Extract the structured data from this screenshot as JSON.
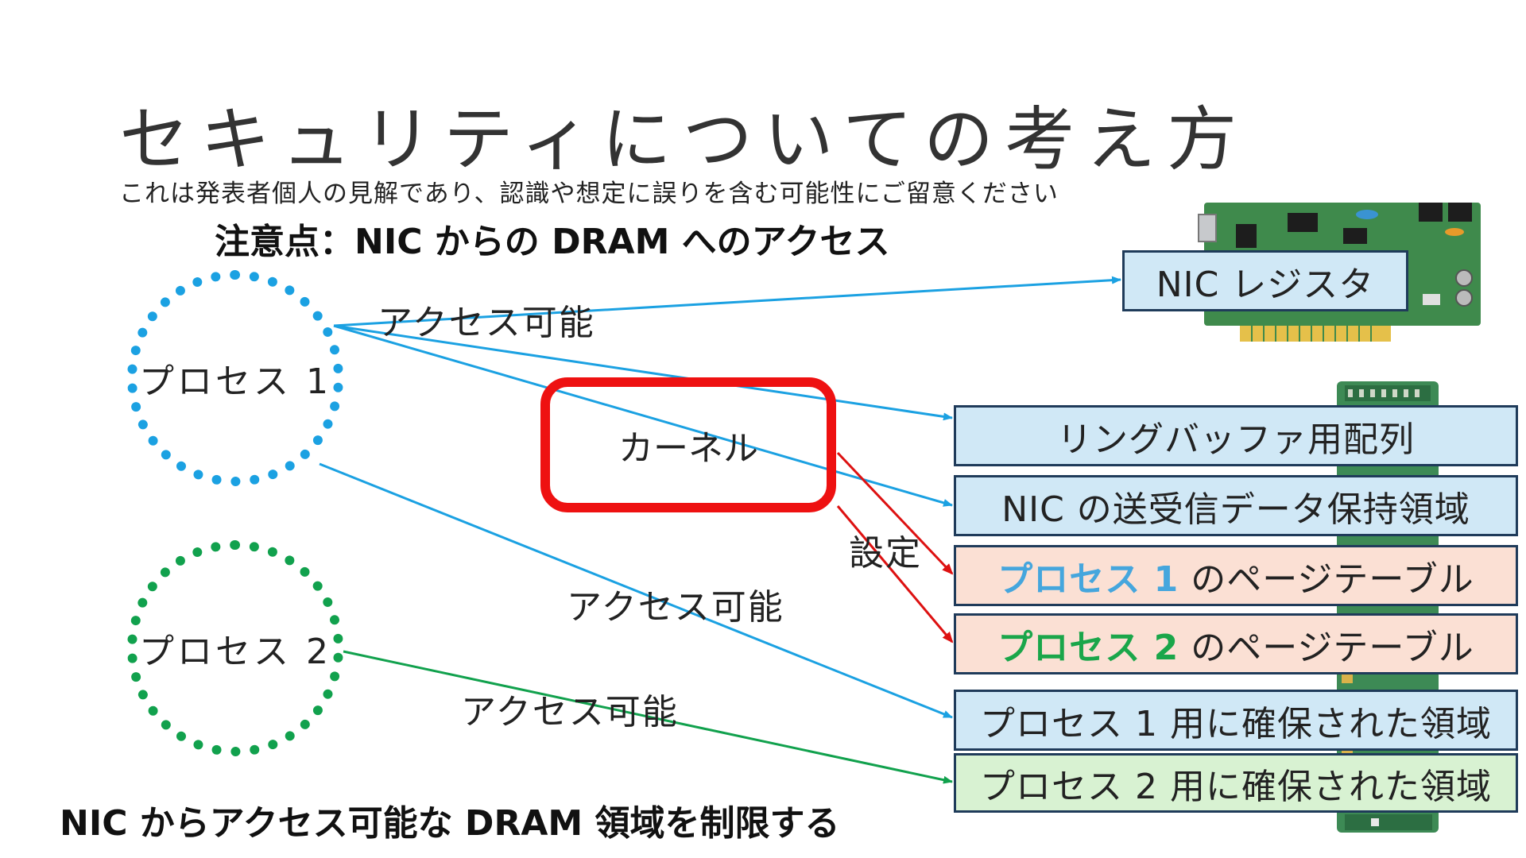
{
  "title": "セキュリティについての考え方",
  "subtitle": "これは発表者個人の見解であり、認識や想定に誤りを含む可能性にご留意ください",
  "heading": "注意点：NIC からの DRAM へのアクセス",
  "footer": "NIC からアクセス可能な DRAM 領域を制限する",
  "processes": {
    "p1": "プロセス 1",
    "p2": "プロセス 2"
  },
  "kernel": "カーネル",
  "edge_labels": {
    "access1": "アクセス可能",
    "access2": "アクセス可能",
    "access3": "アクセス可能",
    "setting": "設定"
  },
  "nic_register": "NIC レジスタ",
  "memory_regions": {
    "ring": "リングバッファ用配列",
    "nic_data": "NIC の送受信データ保持領域",
    "pt1_prefix": "プロセス 1",
    "pt1_suffix": " のページテーブル",
    "pt2_prefix": "プロセス 2",
    "pt2_suffix": " のページテーブル",
    "p1_area": "プロセス 1 用に確保された領域",
    "p2_area": "プロセス 2 用に確保された領域"
  },
  "icons": {
    "nic_card": "nic-card-illustration-icon",
    "dram_module": "dram-module-illustration-icon"
  },
  "colors": {
    "process1": "#1ba1e2",
    "process2": "#11a14d",
    "kernel": "#ee1111",
    "box_blue": "#d0e8f6",
    "box_pink": "#fbe0d4",
    "box_green": "#d8f2d2"
  }
}
